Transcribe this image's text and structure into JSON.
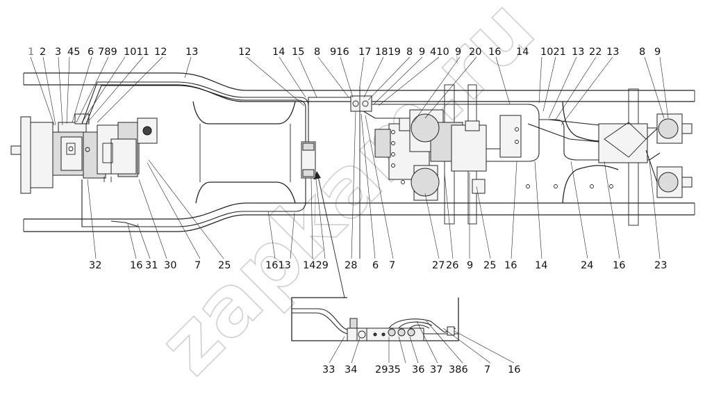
{
  "watermark": "zapkam.ru",
  "labels": {
    "top_left": [
      "1",
      "2",
      "3",
      "45",
      "6",
      "789",
      "1011",
      "12",
      "13"
    ],
    "top_mid": [
      "12",
      "14",
      "15",
      "8",
      "916",
      "17",
      "1819",
      "8",
      "9",
      "410",
      "9",
      "20",
      "16"
    ],
    "top_right": [
      "14",
      "1021",
      "13",
      "22",
      "13",
      "8",
      "9"
    ],
    "bottom": [
      "32",
      "16",
      "31",
      "30",
      "7",
      "25",
      "1613",
      "1429",
      "28",
      "6",
      "7",
      "27",
      "26",
      "9",
      "25",
      "16",
      "14",
      "24",
      "16",
      "23"
    ],
    "inset": [
      "33",
      "34",
      "2935",
      "36",
      "37",
      "386",
      "7",
      "16"
    ]
  }
}
